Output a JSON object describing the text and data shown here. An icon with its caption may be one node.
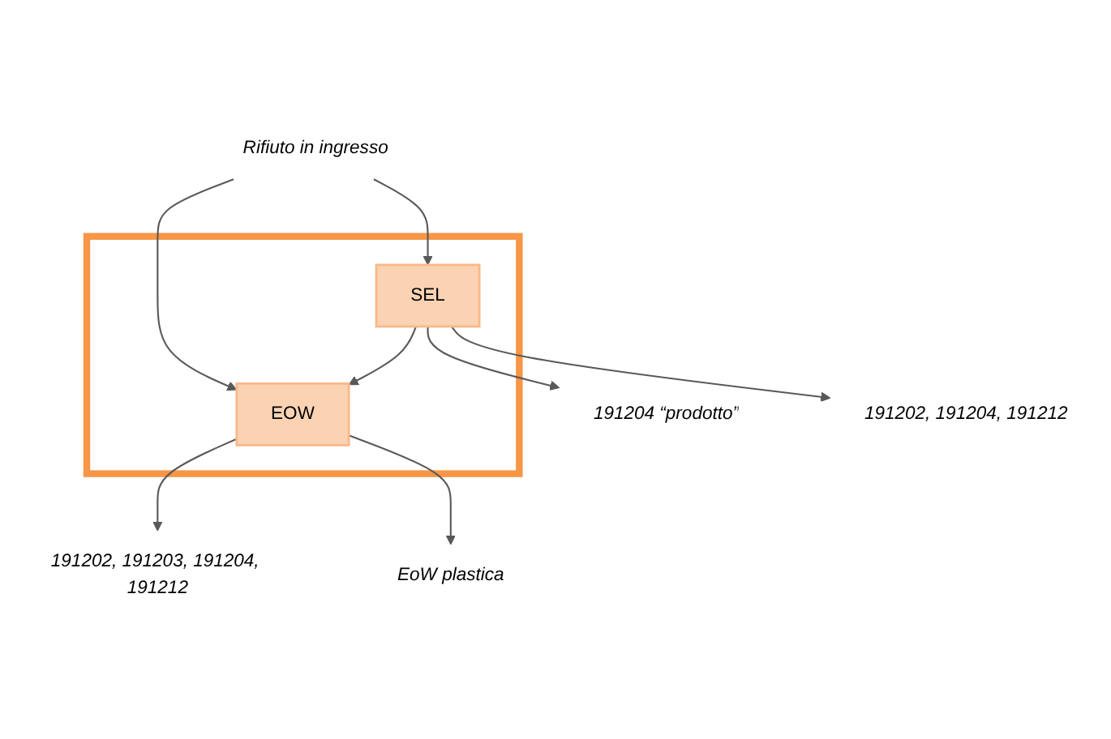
{
  "diagram": {
    "nodes": [
      {
        "text": [
          "Rifiuto in ingresso"
        ]
      },
      {
        "text": [],
        "shape": "box"
      },
      {
        "text": [
          "SEL"
        ],
        "in": 1
      },
      {
        "text": [
          "EOW"
        ],
        "in": 1
      },
      {
        "text": [
          "191204 “prodotto”"
        ]
      },
      {
        "text": [
          "191202, 191204, 191212"
        ]
      },
      {
        "text": [
          "191202, 191203, 191204, 191212"
        ]
      },
      {
        "text": [
          "EoW plastica"
        ]
      }
    ],
    "edges": [
      {
        "from": 0,
        "to": 2,
        "arrow": "to"
      },
      {
        "from": 0,
        "to": 3,
        "arrow": "to"
      },
      {
        "from": 2,
        "to": 3,
        "arrow": "to"
      },
      {
        "from": 2,
        "to": 4,
        "arrow": "to"
      },
      {
        "from": 2,
        "to": 5,
        "arrow": "to"
      },
      {
        "from": 3,
        "to": 6,
        "arrow": "to"
      },
      {
        "from": 3,
        "to": 7,
        "arrow": "to"
      }
    ]
  }
}
